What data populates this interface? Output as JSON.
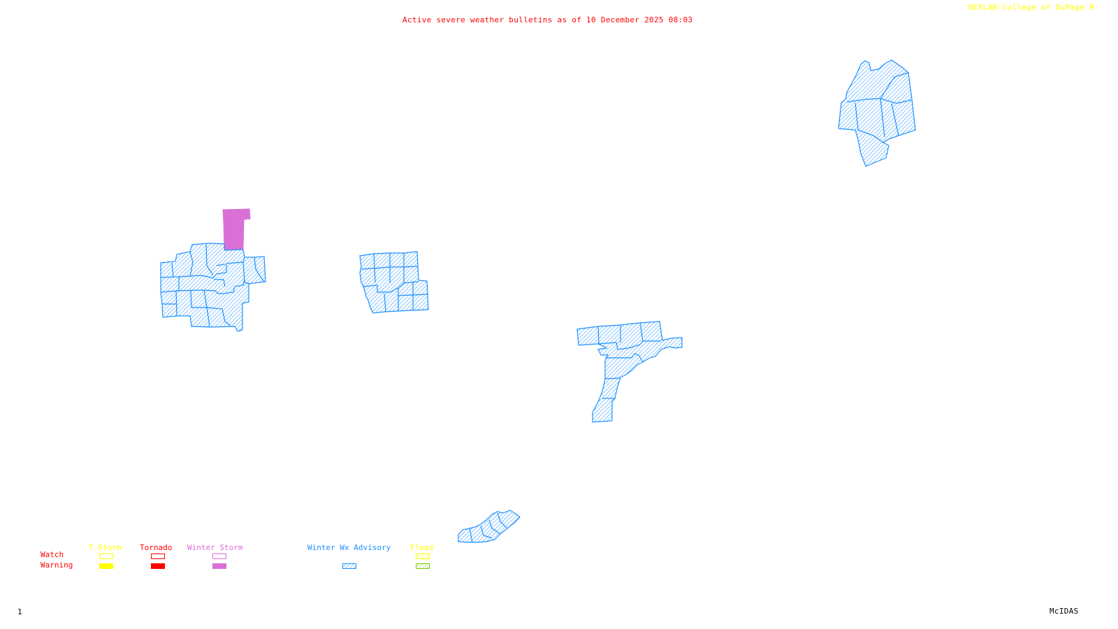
{
  "header": {
    "title": "Active severe weather bulletins as of 10 December 2025 08:03",
    "credit": "NEXLAB-College of DuPage"
  },
  "footer": {
    "frame_number": "1",
    "software": "McIDAS"
  },
  "colors": {
    "title": "#ff0000",
    "credit": "#ffff00",
    "tstorm": "#ffff00",
    "tornado": "#ff0000",
    "winter_storm": "#da70d6",
    "winter_wx_advisory": "#1e90ff",
    "flood_watch": "#ffff00",
    "flood_warning": "#7fcc00",
    "background": "#ffffff"
  },
  "legend": {
    "row_labels": {
      "watch": "Watch",
      "warning": "Warning"
    },
    "categories": [
      {
        "id": "tstorm",
        "label": "T-Storm",
        "watch_style": "outline",
        "warning_style": "filled"
      },
      {
        "id": "tornado",
        "label": "Tornado",
        "watch_style": "outline",
        "warning_style": "filled"
      },
      {
        "id": "winter_storm",
        "label": "Winter Storm",
        "watch_style": "outline",
        "warning_style": "filled"
      },
      {
        "id": "winter_wx_advisory",
        "label": "Winter Wx Advisory",
        "watch_style": "none",
        "warning_style": "hatched"
      },
      {
        "id": "flood",
        "label": "Flood",
        "watch_style": "hatched",
        "warning_style": "hatched"
      }
    ]
  },
  "map": {
    "bulletin_areas": [
      {
        "id": "area-west-cluster",
        "type": "Winter Wx Advisory"
      },
      {
        "id": "area-west-north-strip",
        "type": "Winter Storm Warning"
      },
      {
        "id": "area-central-cluster",
        "type": "Winter Wx Advisory"
      },
      {
        "id": "area-northeast-cluster",
        "type": "Winter Wx Advisory"
      },
      {
        "id": "area-east-central-cluster",
        "type": "Winter Wx Advisory"
      },
      {
        "id": "area-south-cluster",
        "type": "Winter Wx Advisory"
      }
    ]
  }
}
